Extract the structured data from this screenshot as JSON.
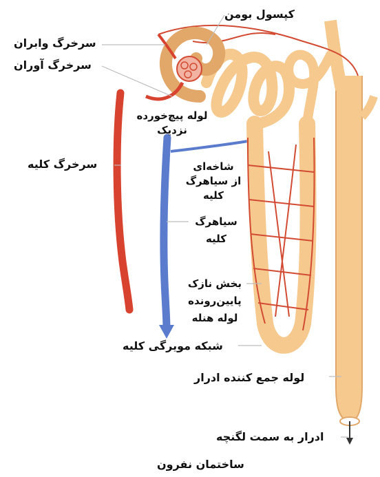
{
  "figure": {
    "caption": "ساختمان نفرون",
    "labels": {
      "bowman_capsule": "کپسول بومن",
      "efferent_arteriole": "سرخرگ وابران",
      "afferent_arteriole": "سرخرگ آوران",
      "proximal_tubule": [
        "لوله پیچ‌خورده",
        "نزدیک"
      ],
      "renal_artery": "سرخرگ کلیه",
      "renal_vein_branch": [
        "شاخه‌ای",
        "از سیاهرگ",
        "کلیه"
      ],
      "renal_vein": [
        "سیاهرگ",
        "کلیه"
      ],
      "descending_thin_limb": [
        "بخش نازک",
        "پایین‌رونده",
        "لوله هنله"
      ],
      "peritubular_capillaries": "شبکه مویرگی کلیه",
      "collecting_duct": "لوله جمع کننده ادرار",
      "urine_to_pelvis": "ادرار به سمت لگنچه"
    }
  },
  "colors": {
    "tubule": "#f6c98f",
    "tubule_edge": "#e2a86a",
    "artery": "#d8432f",
    "vein": "#5b7ccd",
    "capillary": "#d24a32"
  }
}
